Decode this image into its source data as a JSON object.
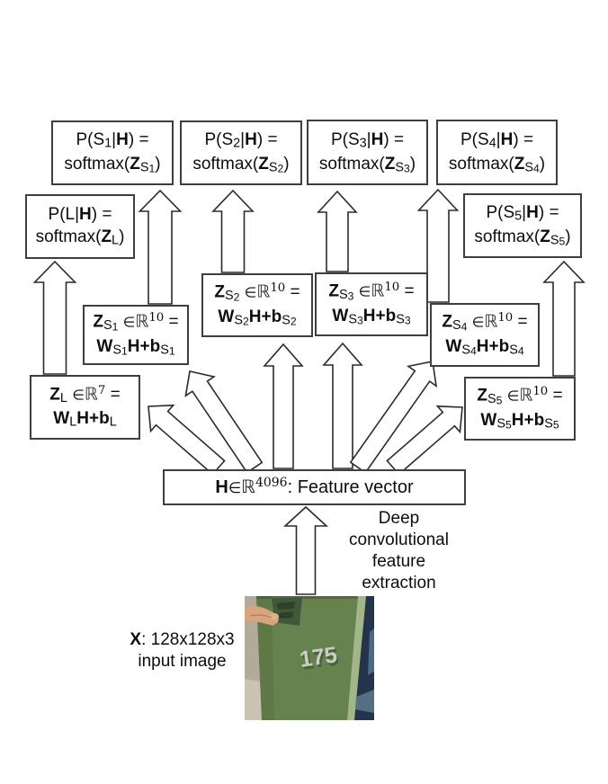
{
  "colors": {
    "background": "#ffffff",
    "box_border": "#3e3e3e",
    "text": "#0d0d0d",
    "arrow_fill": "#ffffff",
    "arrow_outline": "#2b2b2b",
    "photo": {
      "stone": "#b2ab9c",
      "stone_light": "#c9c3b3",
      "green": "#66834f",
      "green_dark": "#57713f",
      "green_edge": "#a3b68b",
      "latch_dark": "#41593a",
      "latch_holes": "#2e4128",
      "navy": "#25344d",
      "navy_light": "#4b6a84",
      "blue_gray": "#5d7588",
      "skin": "#d7a47e",
      "skin_light": "#e0b08a",
      "digits": "#c9cec1",
      "digit_shadow": "#3a5132"
    }
  },
  "nodes": {
    "p_l": {
      "lines": [
        [
          {
            "t": "P(L|"
          },
          {
            "t": "H",
            "m": "b"
          },
          {
            "t": ") ="
          }
        ],
        [
          {
            "t": "softmax("
          },
          {
            "t": "Z",
            "m": "b"
          },
          {
            "t": "L",
            "m": "s"
          },
          {
            "t": ")"
          }
        ]
      ]
    },
    "p_s1": {
      "lines": [
        [
          {
            "t": "P(S"
          },
          {
            "t": "1",
            "m": "s"
          },
          {
            "t": "|"
          },
          {
            "t": "H",
            "m": "b"
          },
          {
            "t": ") ="
          }
        ],
        [
          {
            "t": "softmax("
          },
          {
            "t": "Z",
            "m": "b"
          },
          {
            "t": "S",
            "m": "s"
          },
          {
            "t": "1",
            "m": "ss"
          },
          {
            "t": ")"
          }
        ]
      ]
    },
    "p_s2": {
      "lines": [
        [
          {
            "t": "P(S"
          },
          {
            "t": "2",
            "m": "s"
          },
          {
            "t": "|"
          },
          {
            "t": "H",
            "m": "b"
          },
          {
            "t": ") ="
          }
        ],
        [
          {
            "t": "softmax("
          },
          {
            "t": "Z",
            "m": "b"
          },
          {
            "t": "S",
            "m": "s"
          },
          {
            "t": "2",
            "m": "ss"
          },
          {
            "t": ")"
          }
        ]
      ]
    },
    "p_s3": {
      "lines": [
        [
          {
            "t": "P(S"
          },
          {
            "t": "3",
            "m": "s"
          },
          {
            "t": "|"
          },
          {
            "t": "H",
            "m": "b"
          },
          {
            "t": ") ="
          }
        ],
        [
          {
            "t": "softmax("
          },
          {
            "t": "Z",
            "m": "b"
          },
          {
            "t": "S",
            "m": "s"
          },
          {
            "t": "3",
            "m": "ss"
          },
          {
            "t": ")"
          }
        ]
      ]
    },
    "p_s4": {
      "lines": [
        [
          {
            "t": "P(S"
          },
          {
            "t": "4",
            "m": "s"
          },
          {
            "t": "|"
          },
          {
            "t": "H",
            "m": "b"
          },
          {
            "t": ") ="
          }
        ],
        [
          {
            "t": "softmax("
          },
          {
            "t": "Z",
            "m": "b"
          },
          {
            "t": "S",
            "m": "s"
          },
          {
            "t": "4",
            "m": "ss"
          },
          {
            "t": ")"
          }
        ]
      ]
    },
    "p_s5": {
      "lines": [
        [
          {
            "t": "P(S"
          },
          {
            "t": "5",
            "m": "s"
          },
          {
            "t": "|"
          },
          {
            "t": "H",
            "m": "b"
          },
          {
            "t": ") ="
          }
        ],
        [
          {
            "t": "softmax("
          },
          {
            "t": "Z",
            "m": "b"
          },
          {
            "t": "S",
            "m": "s"
          },
          {
            "t": "5",
            "m": "ss"
          },
          {
            "t": ")"
          }
        ]
      ]
    },
    "z_l": {
      "lines": [
        [
          {
            "t": "Z",
            "m": "b"
          },
          {
            "t": "L",
            "m": "s"
          },
          {
            "t": " "
          },
          {
            "t": "∈",
            "m": "e"
          },
          {
            "t": "ℝ",
            "m": "r"
          },
          {
            "t": "7",
            "m": "p"
          },
          {
            "t": " ="
          }
        ],
        [
          {
            "t": "W",
            "m": "b"
          },
          {
            "t": "L",
            "m": "s"
          },
          {
            "t": "H+b",
            "m": "b"
          },
          {
            "t": "L",
            "m": "s"
          }
        ]
      ]
    },
    "z_s1": {
      "lines": [
        [
          {
            "t": "Z",
            "m": "b"
          },
          {
            "t": "S",
            "m": "s"
          },
          {
            "t": "1",
            "m": "ss"
          },
          {
            "t": " "
          },
          {
            "t": "∈",
            "m": "e"
          },
          {
            "t": "ℝ",
            "m": "r"
          },
          {
            "t": "10",
            "m": "p"
          },
          {
            "t": " ="
          }
        ],
        [
          {
            "t": "W",
            "m": "b"
          },
          {
            "t": "S",
            "m": "s"
          },
          {
            "t": "1",
            "m": "ss"
          },
          {
            "t": "H+b",
            "m": "b"
          },
          {
            "t": "S",
            "m": "s"
          },
          {
            "t": "1",
            "m": "ss"
          }
        ]
      ]
    },
    "z_s2": {
      "lines": [
        [
          {
            "t": "Z",
            "m": "b"
          },
          {
            "t": "S",
            "m": "s"
          },
          {
            "t": "2",
            "m": "ss"
          },
          {
            "t": " "
          },
          {
            "t": "∈",
            "m": "e"
          },
          {
            "t": "ℝ",
            "m": "r"
          },
          {
            "t": "10",
            "m": "p"
          },
          {
            "t": " ="
          }
        ],
        [
          {
            "t": "W",
            "m": "b"
          },
          {
            "t": "S",
            "m": "s"
          },
          {
            "t": "2",
            "m": "ss"
          },
          {
            "t": "H+b",
            "m": "b"
          },
          {
            "t": "S",
            "m": "s"
          },
          {
            "t": "2",
            "m": "ss"
          }
        ]
      ]
    },
    "z_s3": {
      "lines": [
        [
          {
            "t": "Z",
            "m": "b"
          },
          {
            "t": "S",
            "m": "s"
          },
          {
            "t": "3",
            "m": "ss"
          },
          {
            "t": " "
          },
          {
            "t": "∈",
            "m": "e"
          },
          {
            "t": "ℝ",
            "m": "r"
          },
          {
            "t": "10",
            "m": "p"
          },
          {
            "t": " ="
          }
        ],
        [
          {
            "t": "W",
            "m": "b"
          },
          {
            "t": "S",
            "m": "s"
          },
          {
            "t": "3",
            "m": "ss"
          },
          {
            "t": "H+b",
            "m": "b"
          },
          {
            "t": "S",
            "m": "s"
          },
          {
            "t": "3",
            "m": "ss"
          }
        ]
      ]
    },
    "z_s4": {
      "lines": [
        [
          {
            "t": "Z",
            "m": "b"
          },
          {
            "t": "S",
            "m": "s"
          },
          {
            "t": "4",
            "m": "ss"
          },
          {
            "t": " "
          },
          {
            "t": "∈",
            "m": "e"
          },
          {
            "t": "ℝ",
            "m": "r"
          },
          {
            "t": "10",
            "m": "p"
          },
          {
            "t": " ="
          }
        ],
        [
          {
            "t": "W",
            "m": "b"
          },
          {
            "t": "S",
            "m": "s"
          },
          {
            "t": "4",
            "m": "ss"
          },
          {
            "t": "H+b",
            "m": "b"
          },
          {
            "t": "S",
            "m": "s"
          },
          {
            "t": "4",
            "m": "ss"
          }
        ]
      ]
    },
    "z_s5": {
      "lines": [
        [
          {
            "t": "Z",
            "m": "b"
          },
          {
            "t": "S",
            "m": "s"
          },
          {
            "t": "5",
            "m": "ss"
          },
          {
            "t": " "
          },
          {
            "t": "∈",
            "m": "e"
          },
          {
            "t": "ℝ",
            "m": "r"
          },
          {
            "t": "10",
            "m": "p"
          },
          {
            "t": " ="
          }
        ],
        [
          {
            "t": "W",
            "m": "b"
          },
          {
            "t": "S",
            "m": "s"
          },
          {
            "t": "5",
            "m": "ss"
          },
          {
            "t": "H+b",
            "m": "b"
          },
          {
            "t": "S",
            "m": "s"
          },
          {
            "t": "5",
            "m": "ss"
          }
        ]
      ]
    },
    "h_vector": {
      "lines": [
        [
          {
            "t": "H",
            "m": "b"
          },
          {
            "t": "∈",
            "m": "e"
          },
          {
            "t": "ℝ",
            "m": "r"
          },
          {
            "t": "4096",
            "m": "p"
          },
          {
            "t": ": Feature vector"
          }
        ]
      ]
    }
  },
  "labels": {
    "deep_extraction": {
      "lines": [
        [
          {
            "t": "Deep"
          }
        ],
        [
          {
            "t": "convolutional"
          }
        ],
        [
          {
            "t": "feature"
          }
        ],
        [
          {
            "t": "extraction"
          }
        ]
      ]
    },
    "input_image": {
      "lines": [
        [
          {
            "t": "X",
            "m": "b"
          },
          {
            "t": ": 128x128x3"
          }
        ],
        [
          {
            "t": "input image"
          }
        ]
      ]
    }
  },
  "photo": {
    "digits": "175"
  }
}
